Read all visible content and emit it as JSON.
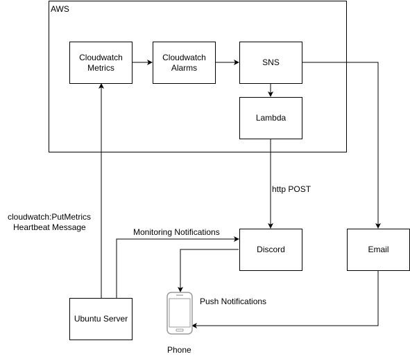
{
  "group": {
    "label": "AWS"
  },
  "nodes": {
    "metrics": {
      "line1": "Cloudwatch",
      "line2": "Metrics"
    },
    "alarms": {
      "line1": "Cloudwatch",
      "line2": "Alarms"
    },
    "sns": "SNS",
    "lambda": "Lambda",
    "discord": "Discord",
    "email": "Email",
    "ubuntu": "Ubuntu Server",
    "phone": "Phone"
  },
  "edge_labels": {
    "put_metrics_1": "cloudwatch:PutMetrics",
    "put_metrics_2": "Heartbeat Message",
    "monitoring": "Monitoring Notifications",
    "http_post": "http POST",
    "push": "Push Notifications"
  }
}
